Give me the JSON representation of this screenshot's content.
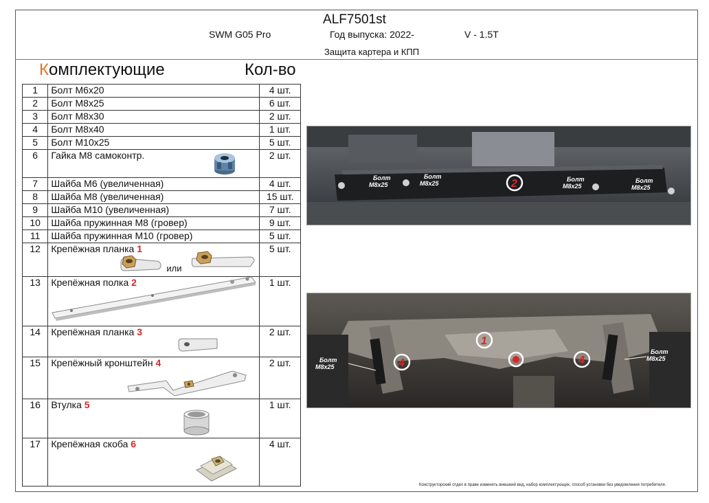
{
  "header": {
    "code": "ALF7501st",
    "model": "SWM G05 Pro",
    "year": "Год выпуска: 2022-",
    "engine": "V - 1.5T",
    "subtitle": "Защита картера и КПП"
  },
  "components_title_first": "К",
  "components_title_rest": "омплектующие",
  "qty_title": "Кол-во",
  "parts": [
    {
      "n": "1",
      "name": "Болт М6х20",
      "qty": "4 шт."
    },
    {
      "n": "2",
      "name": "Болт М8х25",
      "qty": "6 шт."
    },
    {
      "n": "3",
      "name": "Болт М8х30",
      "qty": "2 шт."
    },
    {
      "n": "4",
      "name": "Болт М8х40",
      "qty": "1 шт."
    },
    {
      "n": "5",
      "name": "Болт М10х25",
      "qty": "5 шт."
    },
    {
      "n": "6",
      "name": "Гайка М8 самоконтр.",
      "qty": "2 шт."
    },
    {
      "n": "7",
      "name": "Шайба М6 (увеличенная)",
      "qty": "4 шт."
    },
    {
      "n": "8",
      "name": "Шайба М8 (увеличенная)",
      "qty": "15 шт."
    },
    {
      "n": "9",
      "name": "Шайба М10 (увеличенная)",
      "qty": "7 шт."
    },
    {
      "n": "10",
      "name": "Шайба пружинная М8 (гровер)",
      "qty": "9 шт."
    },
    {
      "n": "11",
      "name": "Шайба пружинная М10 (гровер)",
      "qty": "5 шт."
    },
    {
      "n": "12",
      "name": "Крепёжная планка",
      "ref": "1",
      "qty": "5 шт."
    },
    {
      "n": "13",
      "name": "Крепёжная полка",
      "ref": "2",
      "qty": "1 шт."
    },
    {
      "n": "14",
      "name": "Крепёжная планка",
      "ref": "3",
      "qty": "2 шт."
    },
    {
      "n": "15",
      "name": "Крепёжный кронштейн",
      "ref": "4",
      "qty": "2 шт."
    },
    {
      "n": "16",
      "name": "Втулка",
      "ref": "5",
      "qty": "1 шт."
    },
    {
      "n": "17",
      "name": "Крепёжная скоба",
      "ref": "6",
      "qty": "4 шт."
    }
  ],
  "or_text": "или",
  "photo_top": {
    "bolt_label": "Болт",
    "bolt_size": "M8x25",
    "callout": "2"
  },
  "photo_bottom": {
    "bolt_label": "Болт",
    "bolt_size": "M8x25",
    "callout_1": "1",
    "callout_4": "4"
  },
  "disclaimer": "Конструкторский отдел в праве изменять внешний вид, набор комплектующих, способ установки без уведомления потребителя.",
  "colors": {
    "accent": "#e8741e",
    "ref": "#d8262a"
  }
}
